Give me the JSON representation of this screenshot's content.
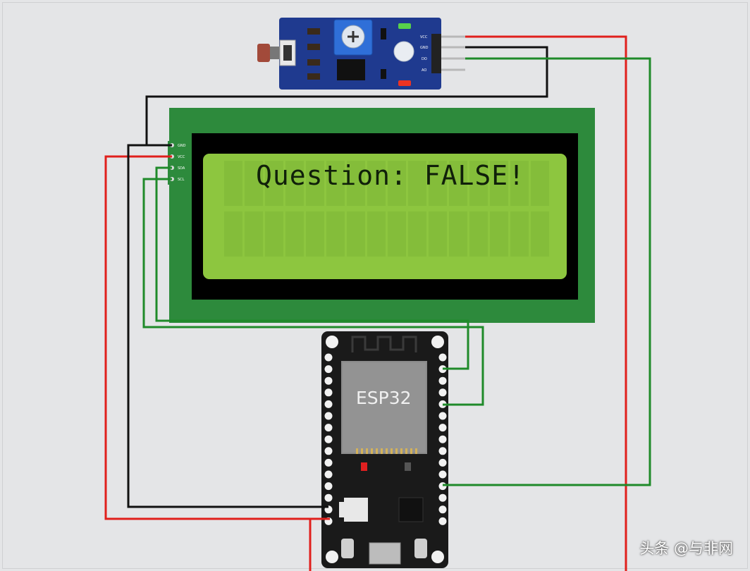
{
  "lcd": {
    "message": "Question: FALSE!"
  },
  "esp32": {
    "label": "ESP32"
  },
  "lcd_pins": [
    "GND",
    "VCC",
    "SDA",
    "SCL"
  ],
  "sensor_pins": [
    "VCC",
    "GND",
    "DO",
    "AO"
  ],
  "watermark": "头条 @与非网",
  "colors": {
    "background": "#e4e5e7",
    "lcd_board": "#2d8a3c",
    "lcd_screen": "#8dc63f",
    "sensor_board": "#1f3a8f",
    "esp_board": "#1a1a1a",
    "wire_red": "#e0201c",
    "wire_black": "#111111",
    "wire_green": "#1f8a2a"
  }
}
